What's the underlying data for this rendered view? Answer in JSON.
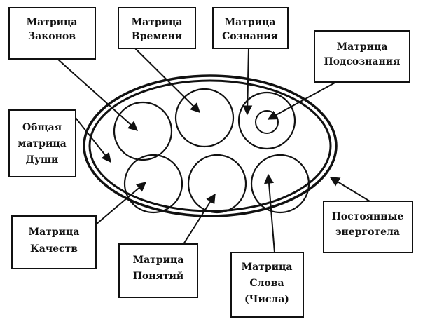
{
  "labels": {
    "laws": [
      "Матрица",
      "Законов"
    ],
    "time": [
      "Матрица",
      "Времени"
    ],
    "consciousness": [
      "Матрица",
      "Сознания"
    ],
    "subconscious": [
      "Матрица",
      "Подсознания"
    ],
    "soul": [
      "Общая",
      "матрица",
      "Души"
    ],
    "qualities": [
      "Матрица",
      "Качеств"
    ],
    "concepts": [
      "Матрица",
      "Понятий"
    ],
    "word": [
      "Матрица",
      "Слова",
      "(Числа)"
    ],
    "energy_bodies": [
      "Постоянные",
      "энерготела"
    ]
  },
  "colors": {
    "stroke": "#111111",
    "background": "#ffffff"
  }
}
